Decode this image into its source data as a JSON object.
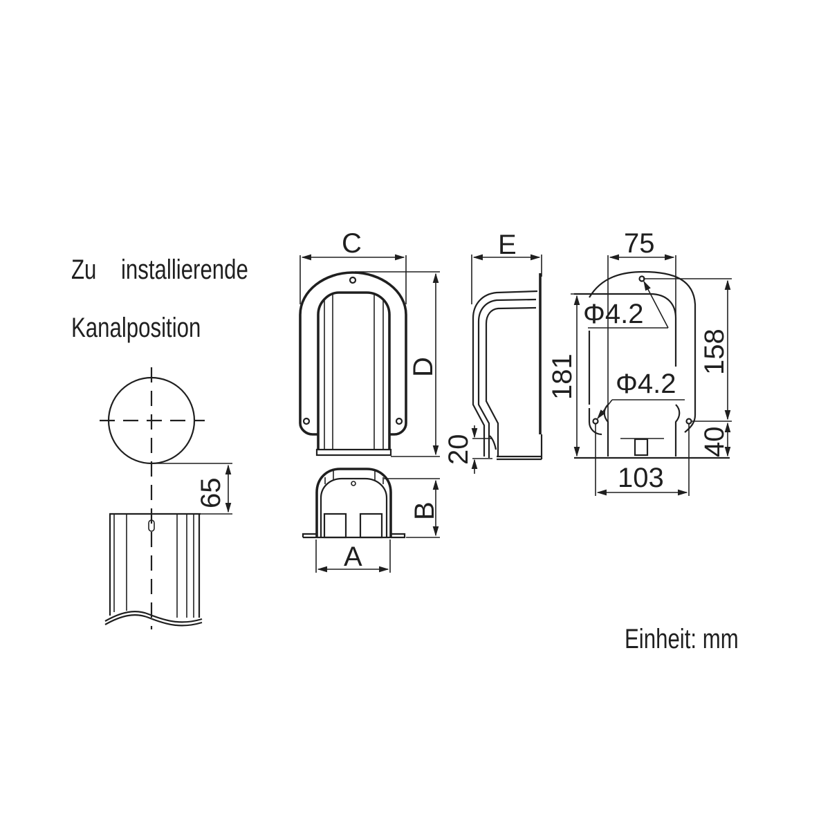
{
  "heading": {
    "line1_word1": "Zu",
    "line1_word2": "installierende",
    "line2": "Kanalposition"
  },
  "unit_note": "Einheit: mm",
  "dimensions": {
    "pipe_offset": "65",
    "front_width": "C",
    "front_height": "D",
    "bottom_width": "A",
    "bottom_depth": "B",
    "side_depth": "E",
    "side_step": "20",
    "back_hole_spacing_top": "75",
    "back_hole_diameter_top": "Φ4.2",
    "back_hole_diameter_bottom": "Φ4.2",
    "back_total_height": "181",
    "back_hole_vertical": "158",
    "back_bottom_hole_height": "40",
    "back_bottom_hole_spacing": "103"
  },
  "colors": {
    "line": "#1f1f1f",
    "background": "#ffffff"
  }
}
